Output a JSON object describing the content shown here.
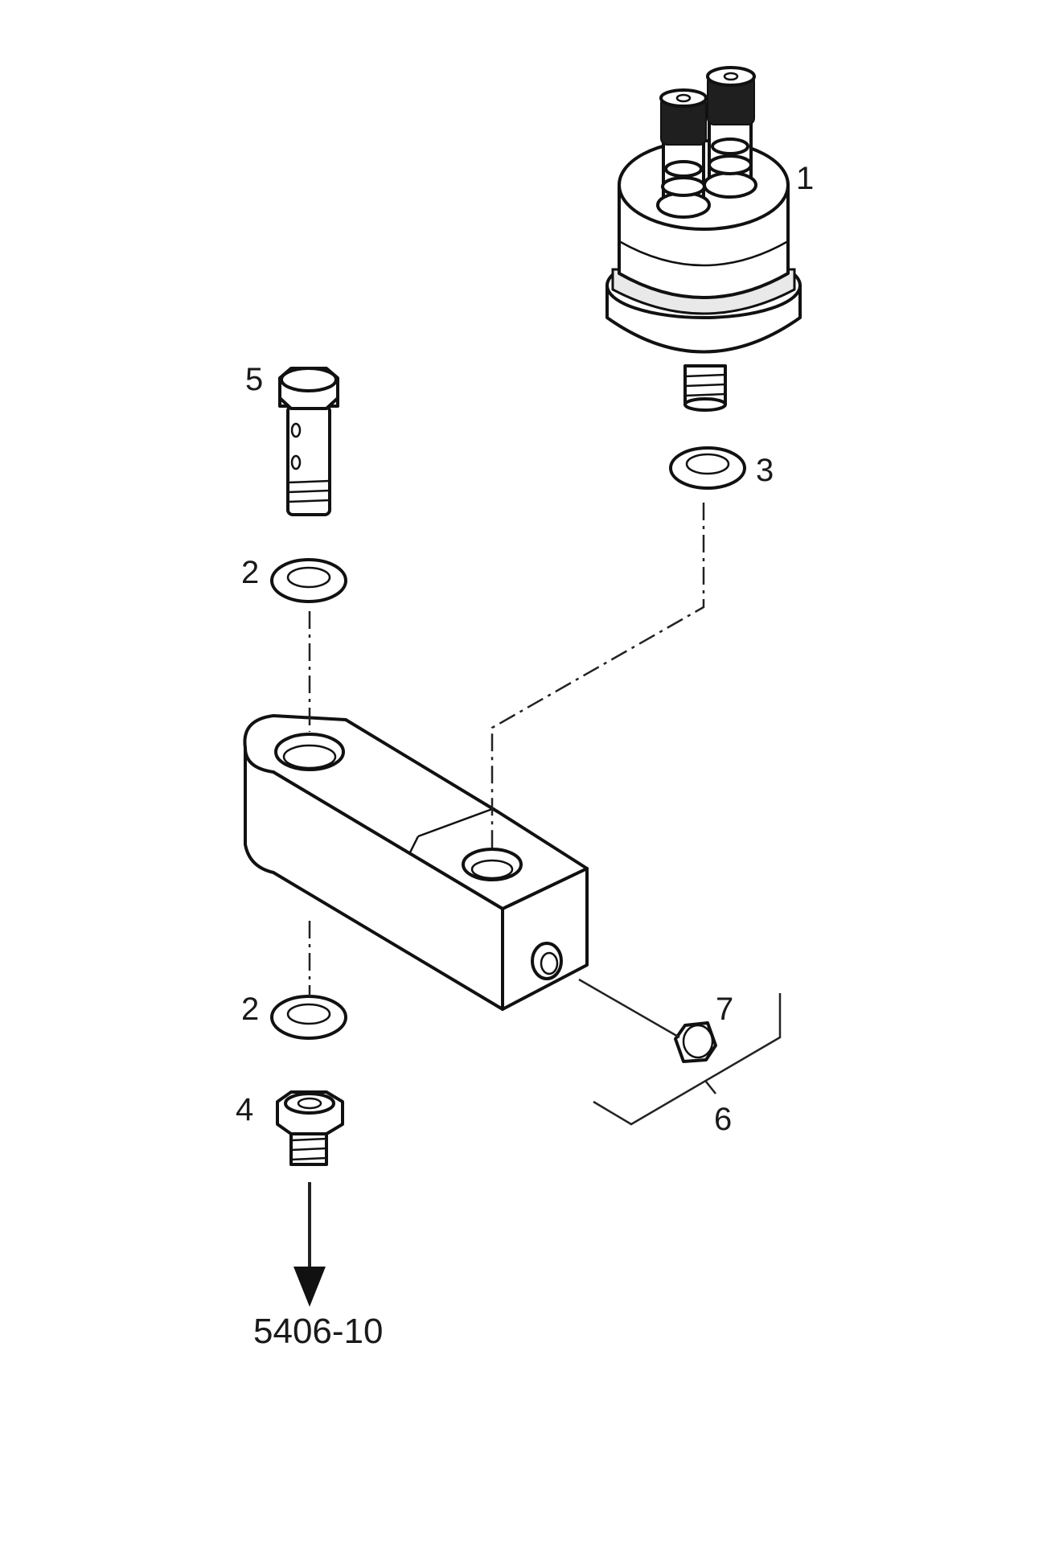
{
  "callouts": {
    "item_1": "1",
    "item_2_top": "2",
    "item_2_bottom": "2",
    "item_3": "3",
    "item_4": "4",
    "item_5": "5",
    "item_6": "6",
    "item_7": "7"
  },
  "reference": {
    "label": "5406-10"
  },
  "colors": {
    "line": "#111111",
    "background": "#ffffff"
  }
}
